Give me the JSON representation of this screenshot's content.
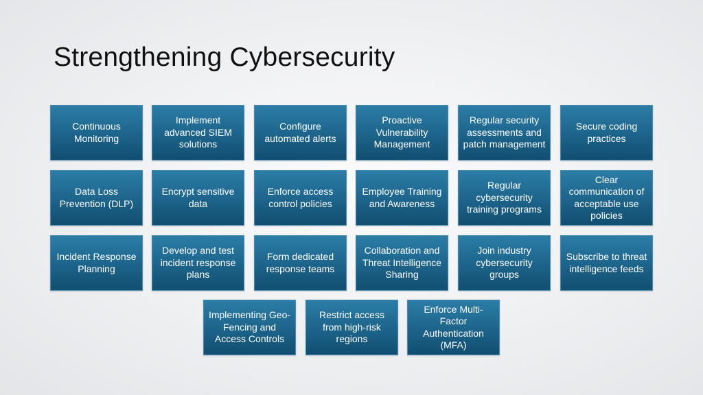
{
  "slide": {
    "title": "Strengthening Cybersecurity",
    "accent_color": "#1f6890",
    "tiles": [
      "Continuous Monitoring",
      "Implement advanced SIEM solutions",
      "Configure automated alerts",
      "Proactive Vulnerability Management",
      "Regular security assessments and patch management",
      "Secure coding practices",
      "Data Loss Prevention (DLP)",
      "Encrypt sensitive data",
      "Enforce access control policies",
      "Employee Training and Awareness",
      "Regular cybersecurity training programs",
      "Clear communication of acceptable use policies",
      "Incident Response Planning",
      "Develop and test incident response plans",
      "Form dedicated response teams",
      "Collaboration and Threat Intelligence Sharing",
      "Join industry cybersecurity groups",
      "Subscribe to threat intelligence feeds",
      "Implementing Geo-Fencing and Access Controls",
      "Restrict access from high-risk regions",
      "Enforce Multi-Factor Authentication (MFA)"
    ]
  }
}
